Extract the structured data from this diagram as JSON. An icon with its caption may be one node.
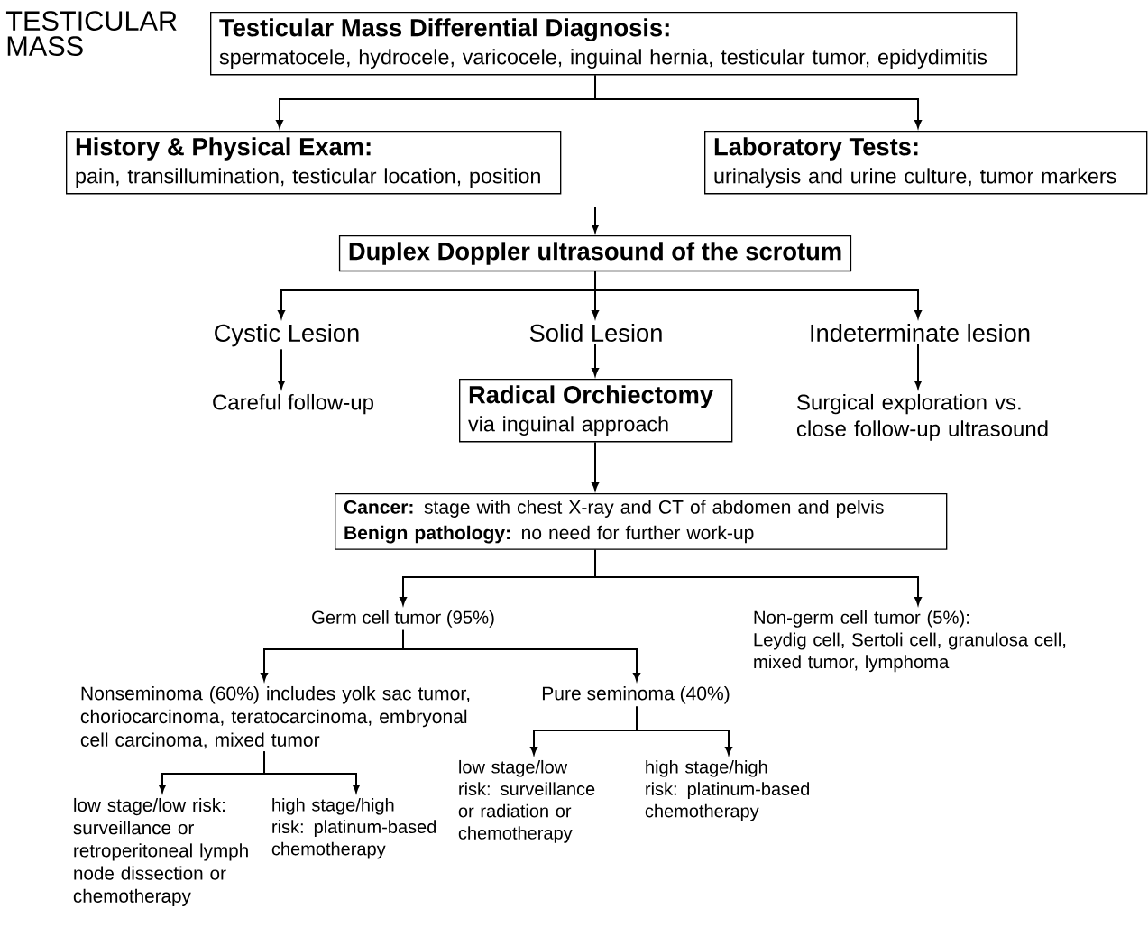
{
  "diagram": {
    "title": "TESTICULAR MASS",
    "nodes": [
      {
        "text": [
          "Testicular Mass Differential Diagnosis:",
          "spermatocele, hydrocele, varicocele, inguinal hernia, testicular tumor, epidydimitis"
        ]
      },
      {
        "text": [
          "History & Physical Exam:",
          "pain, transillumination, testicular location, position"
        ]
      },
      {
        "text": [
          "Laboratory Tests:",
          "urinalysis and urine culture, tumor markers"
        ]
      },
      {
        "text": [
          "Duplex Doppler ultrasound of the scrotum"
        ]
      },
      {
        "text": [
          "Cystic Lesion"
        ]
      },
      {
        "text": [
          "Solid Lesion"
        ]
      },
      {
        "text": [
          "Indeterminate lesion"
        ]
      },
      {
        "text": [
          "Careful follow-up"
        ]
      },
      {
        "text": [
          "Radical Orchiectomy",
          "via inguinal approach"
        ]
      },
      {
        "text": [
          "Surgical exploration vs.",
          "close follow-up ultrasound"
        ]
      },
      {
        "text": [
          "**Cancer:** stage with chest X-ray and CT of abdomen and pelvis",
          "**Benign pathology:** no need for further work-up"
        ]
      },
      {
        "text": [
          "Germ cell tumor (95%)"
        ]
      },
      {
        "text": [
          "Non-germ cell tumor (5%):",
          "Leydig cell, Sertoli cell, granulosa cell, mixed tumor, lymphoma"
        ]
      },
      {
        "text": [
          "Nonseminoma (60%) includes yolk sac tumor, choriocarcinoma, teratocarcinoma, embryonal cell carcinoma, mixed tumor"
        ]
      },
      {
        "text": [
          "Pure seminoma (40%)"
        ]
      },
      {
        "text": [
          "low stage/low risk: surveillance or retroperitoneal lymph node dissection or chemotherapy"
        ]
      },
      {
        "text": [
          "high stage/high risk: platinum-based chemotherapy"
        ]
      },
      {
        "text": [
          "low stage/low risk: surveillance or radiation or chemotherapy"
        ]
      },
      {
        "text": [
          "high stage/high risk: platinum-based chemotherapy"
        ]
      }
    ],
    "edges": [
      {
        "from": 0,
        "to": 1,
        "arrow": "to"
      },
      {
        "from": 0,
        "to": 2,
        "arrow": "to"
      },
      {
        "from": null,
        "to": 3,
        "arrow": "to"
      },
      {
        "from": 3,
        "to": 4,
        "arrow": "to"
      },
      {
        "from": 3,
        "to": 5,
        "arrow": "to"
      },
      {
        "from": 3,
        "to": 6,
        "arrow": "to"
      },
      {
        "from": 4,
        "to": 7,
        "arrow": "to"
      },
      {
        "from": 5,
        "to": 8,
        "arrow": "to"
      },
      {
        "from": 6,
        "to": 9,
        "arrow": "to"
      },
      {
        "from": 8,
        "to": 10,
        "arrow": "to"
      },
      {
        "from": 10,
        "to": 11,
        "arrow": "to"
      },
      {
        "from": 10,
        "to": 12,
        "arrow": "to"
      },
      {
        "from": 11,
        "to": 13,
        "arrow": "to"
      },
      {
        "from": 11,
        "to": 14,
        "arrow": "to"
      },
      {
        "from": 13,
        "to": 15,
        "arrow": "to"
      },
      {
        "from": 13,
        "to": 16,
        "arrow": "to"
      },
      {
        "from": 14,
        "to": 17,
        "arrow": "to"
      },
      {
        "from": 14,
        "to": 18,
        "arrow": "to"
      }
    ]
  }
}
